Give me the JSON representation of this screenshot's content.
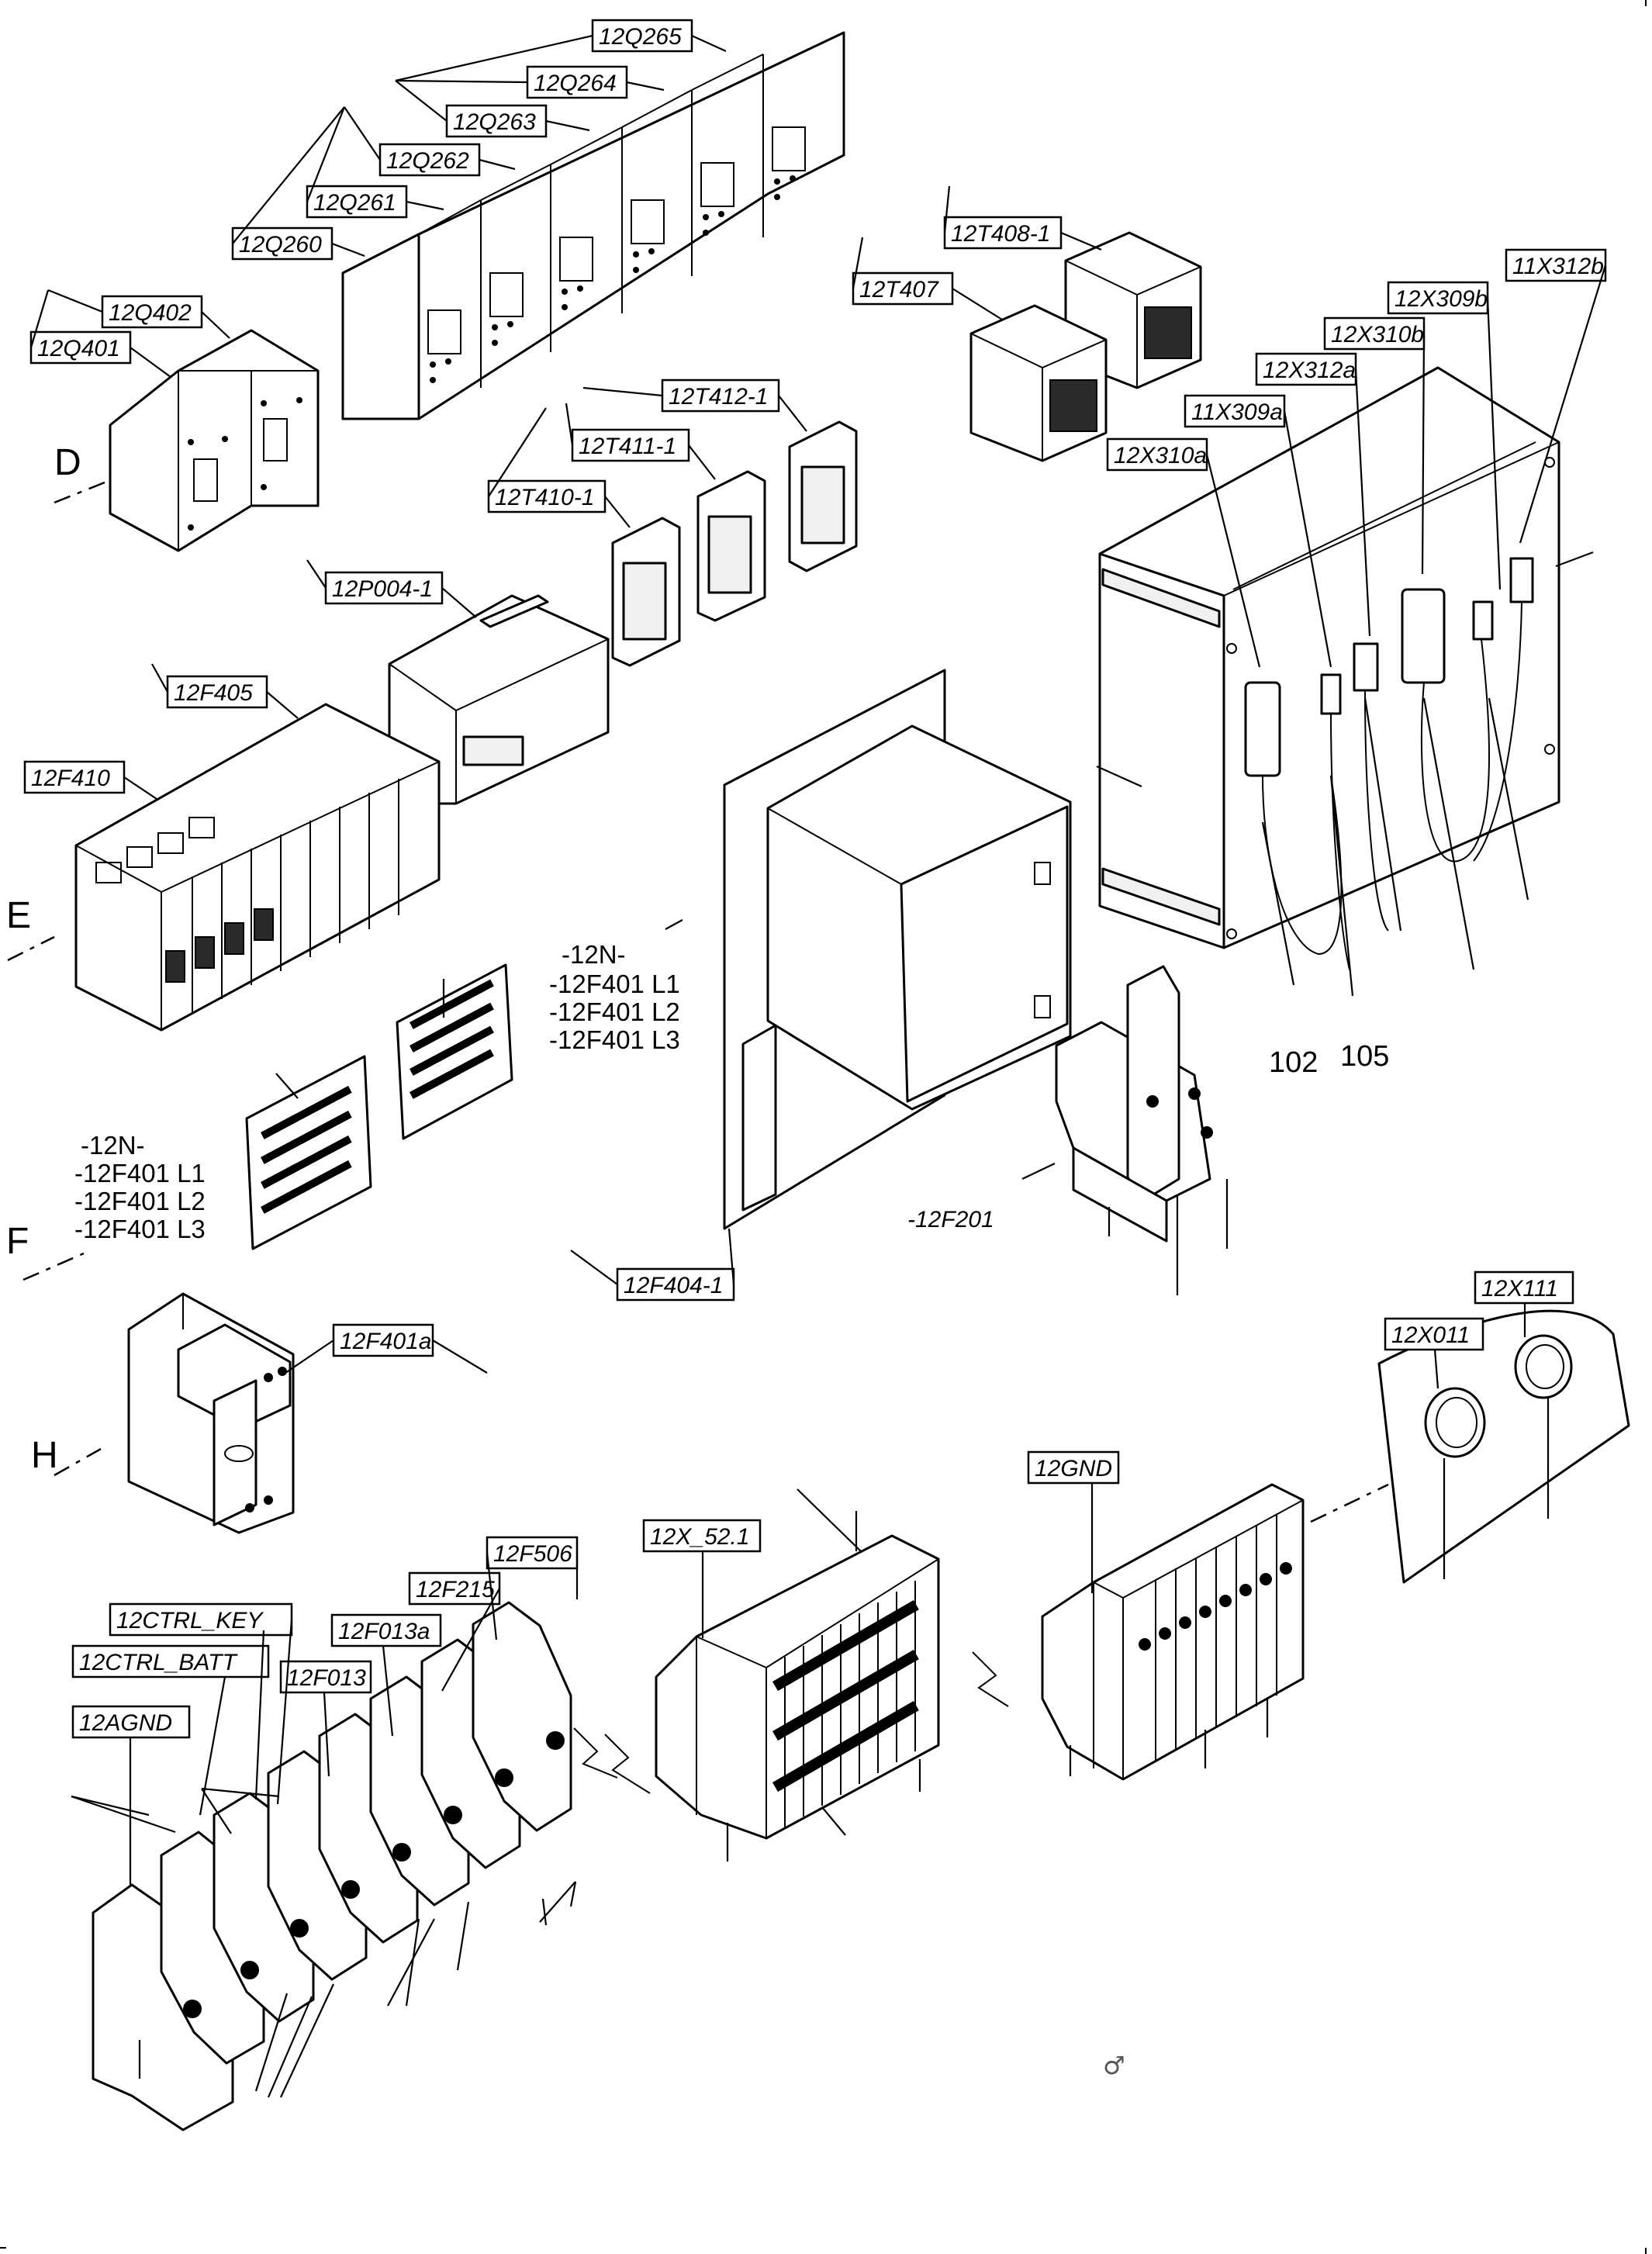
{
  "colors": {
    "line": "#000000",
    "paper": "#ffffff",
    "face": "#f0f0f0",
    "fill_dark": "#2a2a2a"
  },
  "section_markers": [
    "D",
    "E",
    "F",
    "H"
  ],
  "tags": {
    "q265": "12Q265",
    "q264": "12Q264",
    "q263": "12Q263",
    "q262": "12Q262",
    "q261": "12Q261",
    "q260": "12Q260",
    "q402": "12Q402",
    "q401": "12Q401",
    "t408": "12T408-1",
    "t407": "12T407",
    "t412": "12T412-1",
    "t411": "12T411-1",
    "t410": "12T410-1",
    "p004": "12P004-1",
    "f405": "12F405",
    "f410": "12F410",
    "x312b_11": "11X312b",
    "x309b": "12X309b",
    "x310b": "12X310b",
    "x312a": "12X312a",
    "x309a_11": "11X309a",
    "x310a": "12X310a",
    "f404": "12F404-1",
    "f401a": "12F401a",
    "x111": "12X111",
    "x011": "12X011",
    "gnd": "12GND",
    "x52": "12X_52.1",
    "f506": "12F506",
    "f215": "12F215",
    "ctrl_key": "12CTRL_KEY",
    "f013a": "12F013a",
    "ctrl_batt": "12CTRL_BATT",
    "f013": "12F013",
    "agnd": "12AGND"
  },
  "notes": {
    "right_group": [
      "-12N-",
      "-12F401 L1",
      "-12F401 L2",
      "-12F401 L3"
    ],
    "left_group": [
      "-12N-",
      "-12F401 L1",
      "-12F401 L2",
      "-12F401 L3"
    ],
    "f201": "-12F201",
    "wire_102": "102",
    "wire_105": "105"
  },
  "symbol": "♂",
  "icons": {
    "connector": "circular-connector-icon",
    "fan": "fan-icon"
  }
}
